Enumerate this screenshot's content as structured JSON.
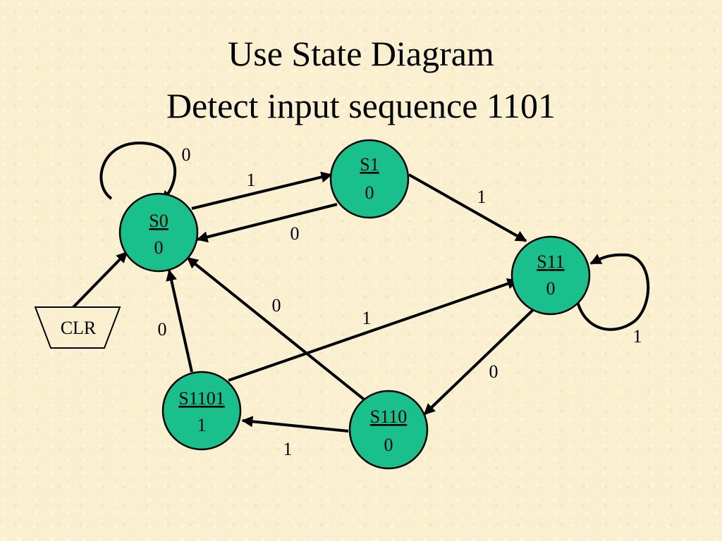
{
  "title": {
    "line1": "Use State Diagram",
    "line2": "Detect input sequence 1101"
  },
  "states": {
    "s0": {
      "name": "S0",
      "output": "0"
    },
    "s1": {
      "name": "S1",
      "output": "0"
    },
    "s11": {
      "name": "S11",
      "output": "0"
    },
    "s110": {
      "name": "S110",
      "output": "0"
    },
    "s1101": {
      "name": "S1101",
      "output": "1"
    }
  },
  "clr": {
    "label": "CLR"
  },
  "transitions": {
    "s0_self": "0",
    "s0_to_s1": "1",
    "s1_to_s0": "0",
    "s1_to_s11": "1",
    "s11_self": "1",
    "s11_to_s110": "0",
    "s110_to_s0": "0",
    "s110_to_s1101": "1",
    "s1101_to_s11": "1",
    "s1101_to_s0": "0"
  },
  "colors": {
    "state_fill": "#19c08c",
    "background": "#faf0cf",
    "ink": "#000000"
  }
}
